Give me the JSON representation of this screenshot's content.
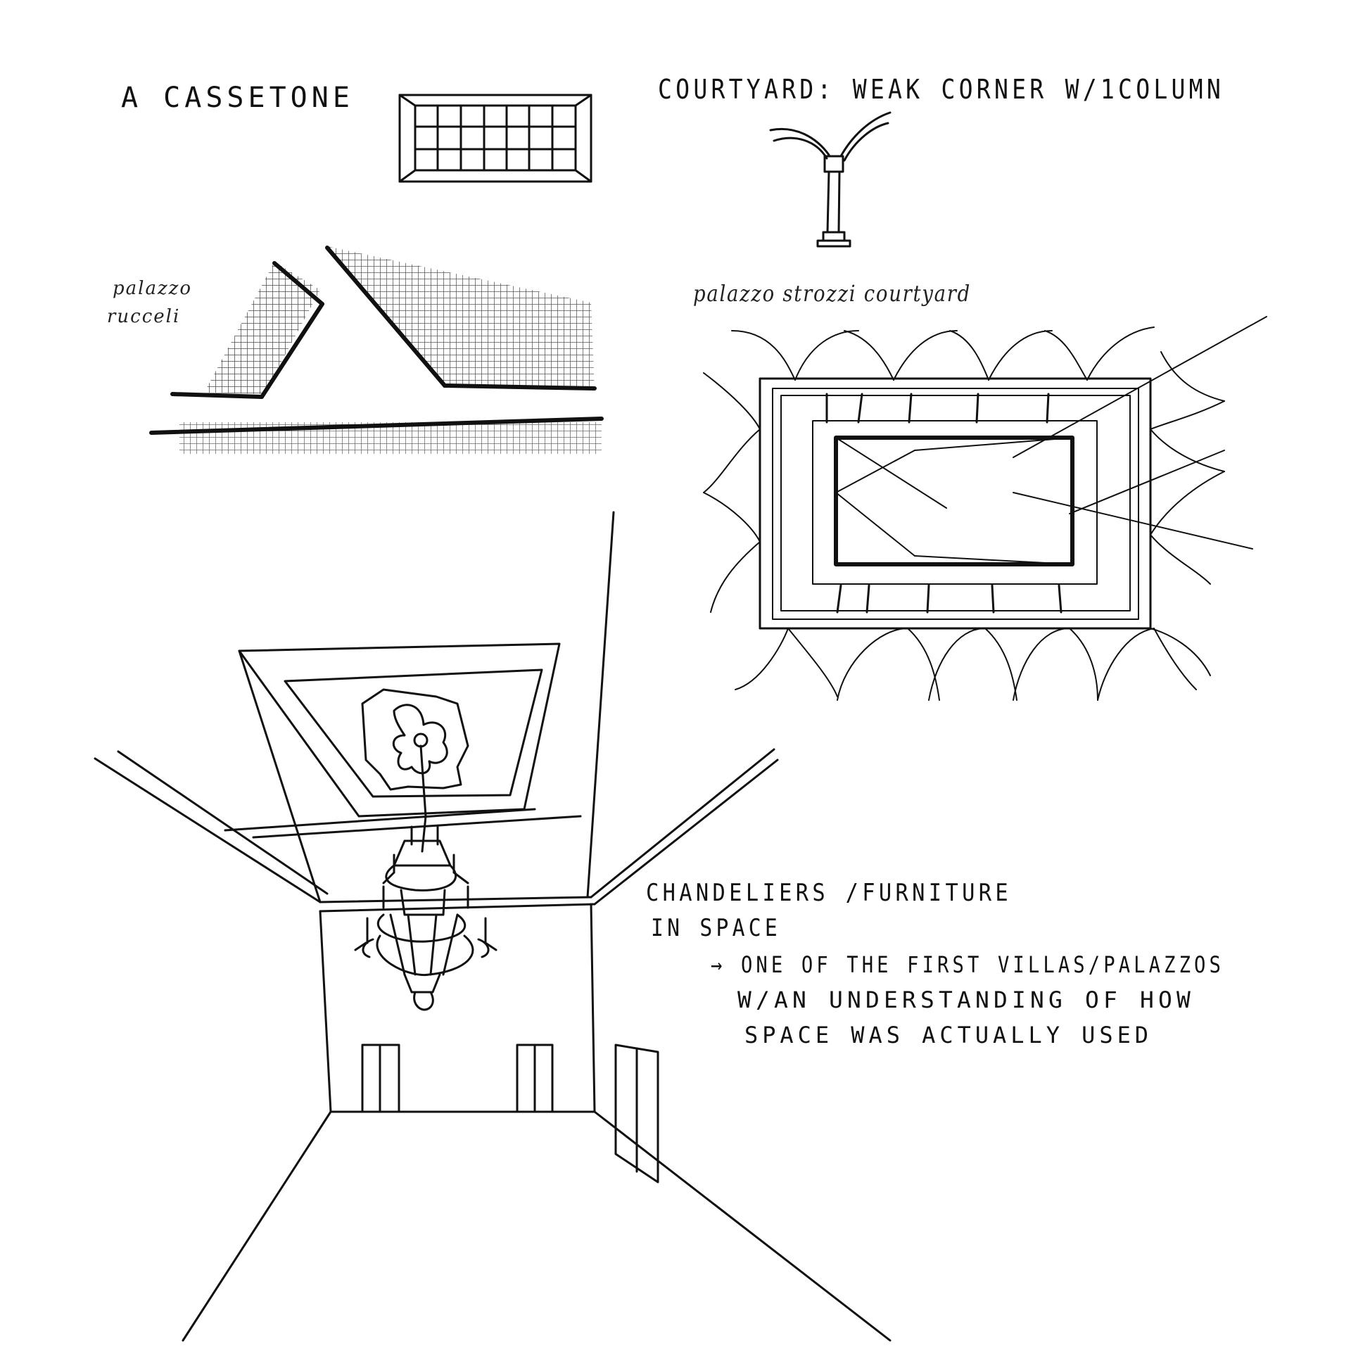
{
  "labels": {
    "cassetone": "A CASSETONE",
    "courtyard_title": "COURTYARD: WEAK CORNER W/1COLUMN",
    "palazzo_rucceli_1": "palazzo",
    "palazzo_rucceli_2": "rucceli",
    "strozzi_courtyard": "palazzo strozzi courtyard",
    "note_line_1": "CHANDELIERS /FURNITURE",
    "note_line_2": "IN SPACE",
    "note_line_3": "→ ONE OF THE FIRST VILLAS/PALAZZOS",
    "note_line_4": "W/AN UNDERSTANDING OF HOW",
    "note_line_5": "SPACE WAS ACTUALLY USED"
  },
  "colors": {
    "ink": "#111111",
    "paper": "#ffffff"
  }
}
